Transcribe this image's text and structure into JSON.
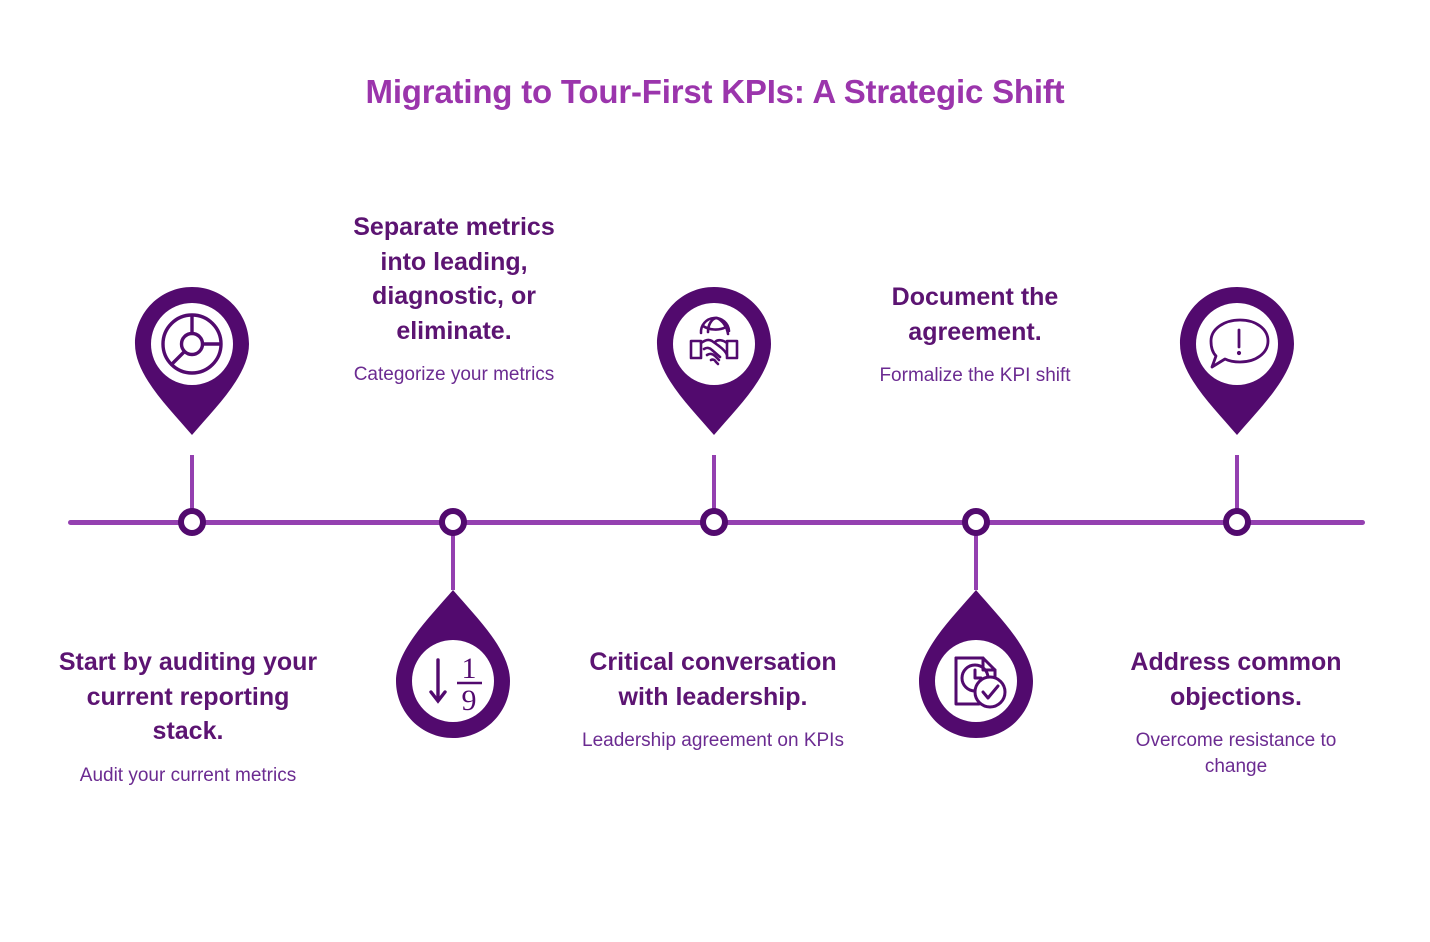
{
  "page": {
    "title": "Migrating to Tour-First KPIs: A Strategic Shift",
    "background_color": "#ffffff",
    "title_color": "#9b35ac",
    "heading_color": "#5c1472",
    "subtitle_color": "#6b2b91",
    "accent_dark": "#520a6e",
    "accent_light": "#9440b0"
  },
  "timeline": {
    "type": "horizontal-alternating-timeline",
    "node_count": 5,
    "steps": [
      {
        "index": 1,
        "position": "below",
        "icon": "donut-chart-icon",
        "pin_shape": "map-pin",
        "pin_side": "above",
        "heading": "Start by auditing your current reporting stack.",
        "subtitle": "Audit your current metrics"
      },
      {
        "index": 2,
        "position": "above",
        "icon": "sort-descending-icon",
        "pin_shape": "teardrop",
        "pin_side": "below",
        "heading": "Separate metrics into leading, diagnostic, or eliminate.",
        "subtitle": "Categorize your metrics"
      },
      {
        "index": 3,
        "position": "below",
        "icon": "handshake-globe-icon",
        "pin_shape": "map-pin",
        "pin_side": "above",
        "heading": "Critical conversation with leadership.",
        "subtitle": "Leadership agreement on KPIs"
      },
      {
        "index": 4,
        "position": "above",
        "icon": "document-clock-check-icon",
        "pin_shape": "teardrop",
        "pin_side": "below",
        "heading": "Document the agreement.",
        "subtitle": "Formalize the KPI shift"
      },
      {
        "index": 5,
        "position": "below",
        "icon": "speech-bubble-exclamation-icon",
        "pin_shape": "map-pin",
        "pin_side": "above",
        "heading": "Address common objections.",
        "subtitle": "Overcome resistance to change"
      }
    ]
  },
  "icon_labels": {
    "step2_numerator": "1",
    "step2_denominator": "9"
  }
}
